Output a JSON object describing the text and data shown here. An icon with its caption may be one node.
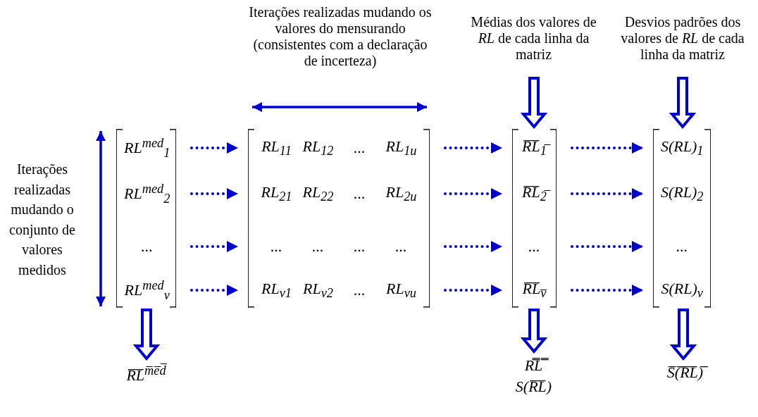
{
  "diagram": {
    "nodes": [
      {
        "text": [
          "RL$^{med}$$_{1}$",
          "RL$^{med}$$_{2}$",
          "...",
          "RL$^{med}$$_{v}$"
        ]
      },
      {
        "text": [
          "RL$_{11}$",
          "RL$_{12}$",
          "...",
          "RL$_{1u}$",
          "RL$_{21}$",
          "RL$_{22}$",
          "...",
          "RL$_{2u}$",
          "...",
          "...",
          "...",
          "...",
          "RL$_{v1}$",
          "RL$_{v2}$",
          "...",
          "RL$_{vu}$"
        ]
      },
      {
        "text": [
          "R̅L̅$_{1̅}$",
          "R̅L̅$_{2̅}$",
          "...",
          "R̅L̅$_{v̅}$"
        ]
      },
      {
        "text": [
          "S(RL)$_{1}$",
          "S(RL)$_{2}$",
          "...",
          "S(RL)$_{v}$"
        ]
      },
      {
        "text": [
          "Médias dos valores de *RL* de cada linha da matriz"
        ]
      },
      {
        "text": [
          "Desvios padrões dos valores de *RL* de cada linha da matriz"
        ]
      },
      {
        "text": [
          "R̅L̅$^{m̅e̅d̅}$"
        ]
      },
      {
        "text": [
          "R̿L̿",
          "S(R̅L̅)"
        ]
      },
      {
        "text": [
          "S̅(̅R̅L̅)̅"
        ]
      }
    ],
    "edges": [
      {
        "from": 0,
        "to": 1,
        "arrow": "to",
        "style": "dashed"
      },
      {
        "from": 0,
        "to": 1,
        "arrow": "to",
        "style": "dashed"
      },
      {
        "from": 0,
        "to": 1,
        "arrow": "to",
        "style": "dashed"
      },
      {
        "from": 0,
        "to": 1,
        "arrow": "to",
        "style": "dashed"
      },
      {
        "from": 1,
        "to": 2,
        "arrow": "to",
        "style": "dashed"
      },
      {
        "from": 1,
        "to": 2,
        "arrow": "to",
        "style": "dashed"
      },
      {
        "from": 1,
        "to": 2,
        "arrow": "to",
        "style": "dashed"
      },
      {
        "from": 1,
        "to": 2,
        "arrow": "to",
        "style": "dashed"
      },
      {
        "from": 2,
        "to": 3,
        "arrow": "to",
        "style": "dashed"
      },
      {
        "from": 2,
        "to": 3,
        "arrow": "to",
        "style": "dashed"
      },
      {
        "from": 2,
        "to": 3,
        "arrow": "to",
        "style": "dashed"
      },
      {
        "from": 2,
        "to": 3,
        "arrow": "to",
        "style": "dashed"
      },
      {
        "from": 4,
        "to": 2,
        "arrow": "to",
        "style": "thick"
      },
      {
        "from": 5,
        "to": 3,
        "arrow": "to",
        "style": "thick"
      },
      {
        "from": 0,
        "to": 6,
        "arrow": "to",
        "style": "thick"
      },
      {
        "from": 2,
        "to": 7,
        "arrow": "to",
        "style": "thick"
      },
      {
        "from": 3,
        "to": 8,
        "arrow": "to",
        "style": "thick"
      }
    ],
    "labels": [
      "Iterações realizadas mudando os valores do mensurando (consistentes com a declaração de incerteza)",
      "Iterações realizadas mudando o conjunto de valores medidos"
    ]
  }
}
